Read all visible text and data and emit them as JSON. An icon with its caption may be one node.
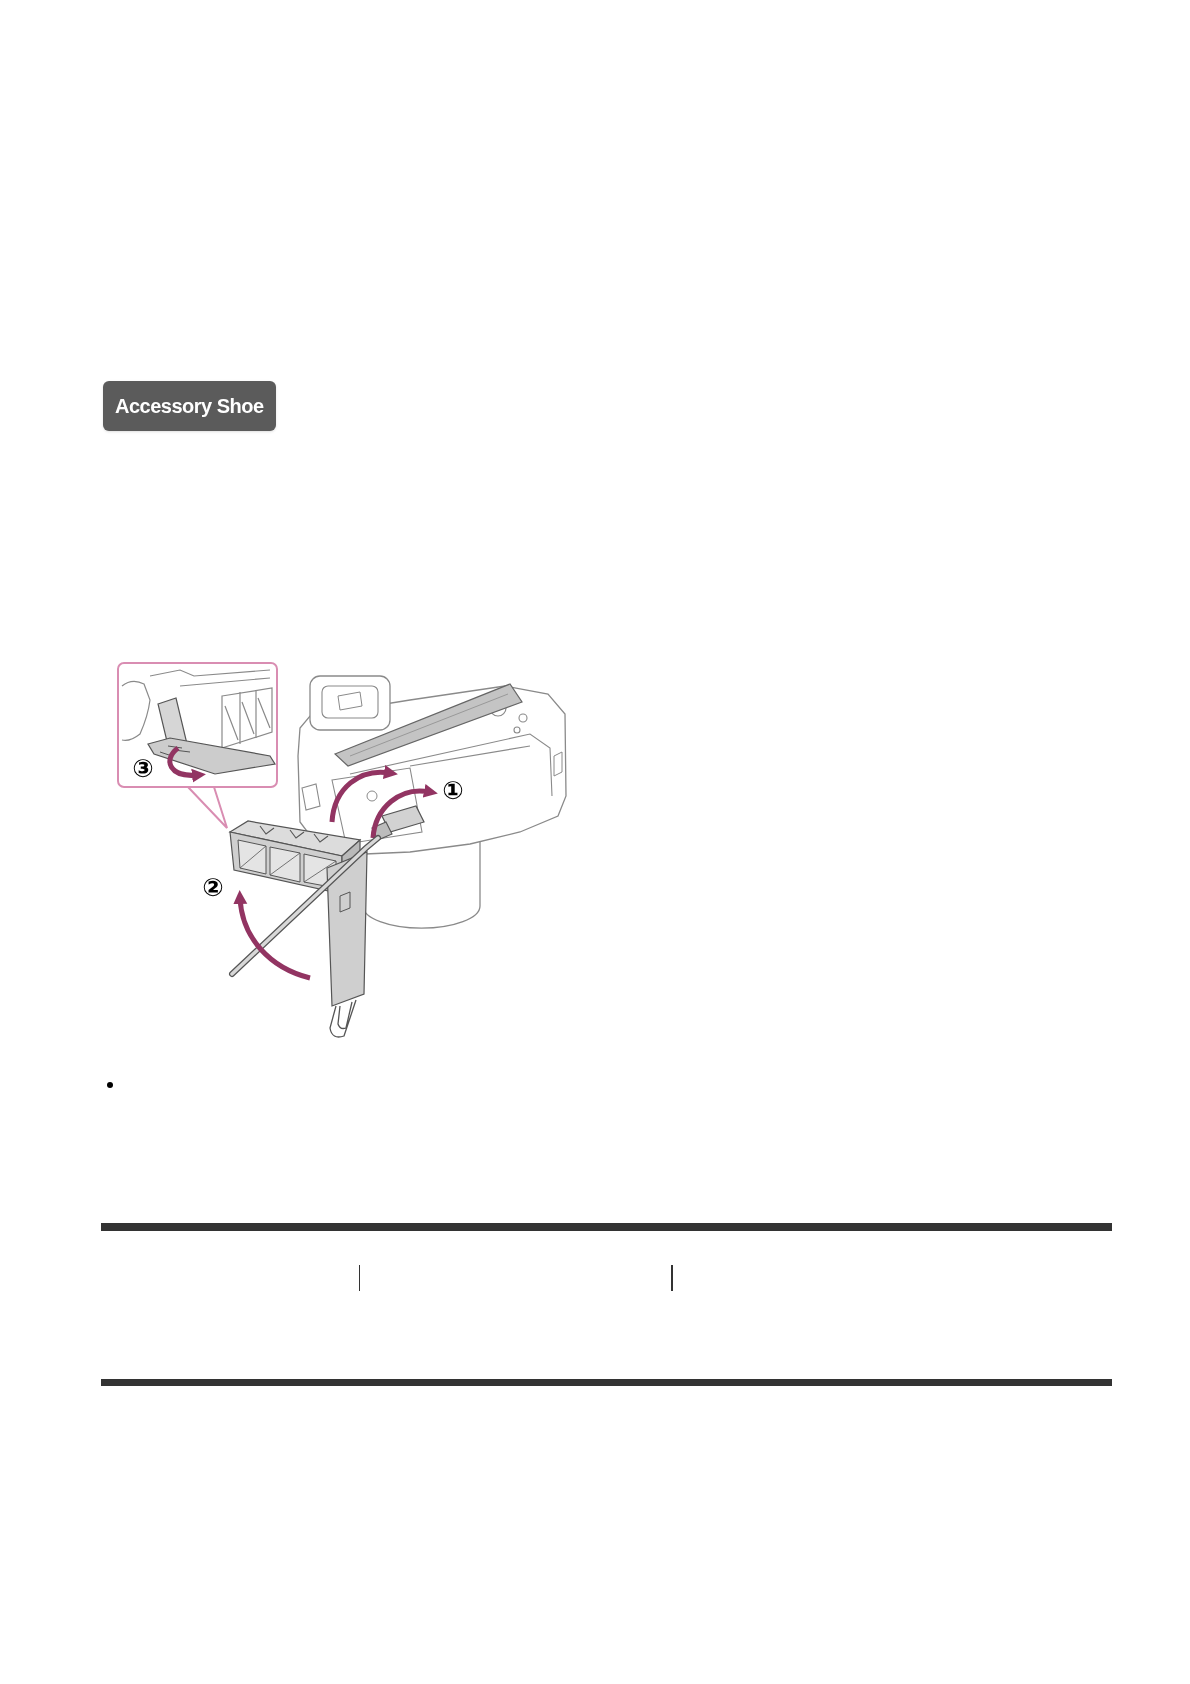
{
  "diagram": {
    "labels": [
      "Accessory Shoe",
      "③",
      "①",
      "②"
    ]
  }
}
